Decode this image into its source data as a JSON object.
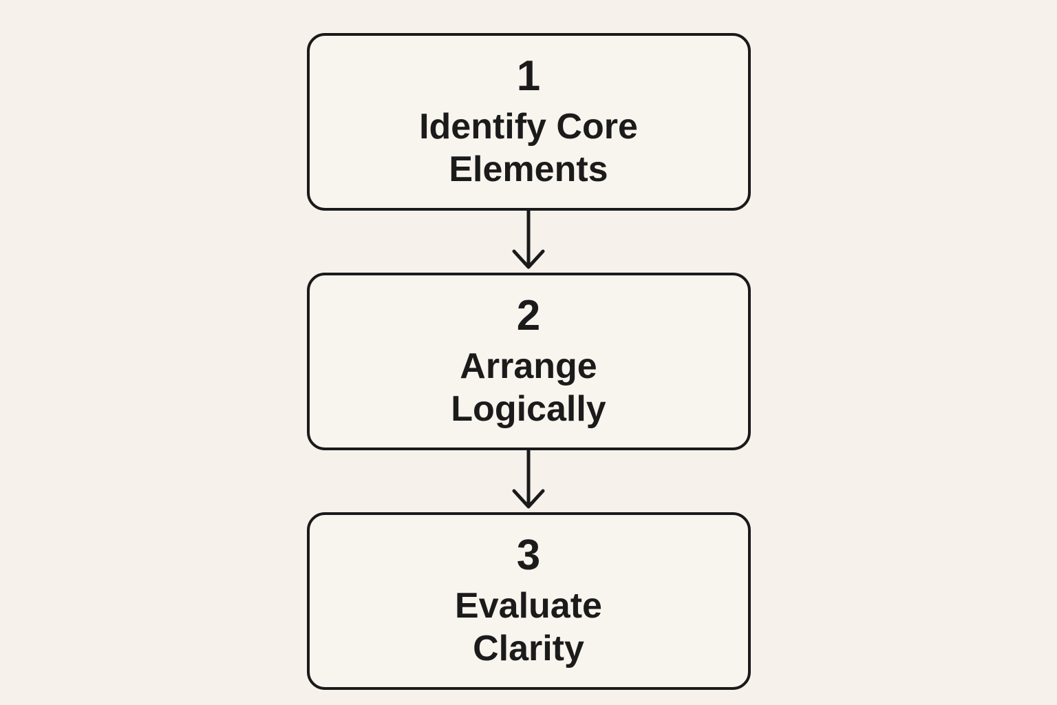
{
  "palette": {
    "page_background": "#F6F1EA",
    "box_fill": "#F8F4EE",
    "border_color": "#1A1A1A",
    "text_color": "#1B1B1B"
  },
  "flowchart": {
    "direction": "vertical",
    "connector_style": "arrow-down",
    "steps": [
      {
        "number": "1",
        "label": "Identify Core Elements",
        "lines": [
          "Identify Core",
          "Elements"
        ]
      },
      {
        "number": "2",
        "label": "Arrange Logically",
        "lines": [
          "Arrange",
          "Logically"
        ]
      },
      {
        "number": "3",
        "label": "Evaluate Clarity",
        "lines": [
          "Evaluate",
          "Clarity"
        ]
      }
    ]
  }
}
